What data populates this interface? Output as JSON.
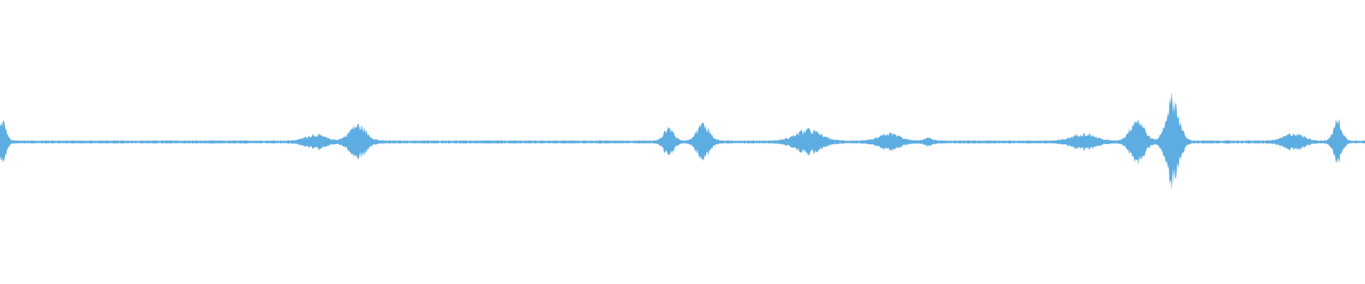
{
  "waveform": {
    "color": "#5DADE2",
    "background": "#FFFFFF",
    "baseline_amplitude": 0.006,
    "events": [
      {
        "center": 0.002,
        "spread": 0.0025,
        "amplitude": 0.08
      },
      {
        "center": 0.231,
        "spread": 0.007,
        "amplitude": 0.025
      },
      {
        "center": 0.262,
        "spread": 0.006,
        "amplitude": 0.065
      },
      {
        "center": 0.49,
        "spread": 0.0035,
        "amplitude": 0.055
      },
      {
        "center": 0.515,
        "spread": 0.0045,
        "amplitude": 0.07
      },
      {
        "center": 0.592,
        "spread": 0.009,
        "amplitude": 0.045
      },
      {
        "center": 0.652,
        "spread": 0.007,
        "amplitude": 0.03
      },
      {
        "center": 0.68,
        "spread": 0.003,
        "amplitude": 0.012
      },
      {
        "center": 0.794,
        "spread": 0.008,
        "amplitude": 0.03
      },
      {
        "center": 0.833,
        "spread": 0.005,
        "amplitude": 0.09
      },
      {
        "center": 0.859,
        "spread": 0.0045,
        "amplitude": 0.175
      },
      {
        "center": 0.948,
        "spread": 0.007,
        "amplitude": 0.03
      },
      {
        "center": 0.98,
        "spread": 0.003,
        "amplitude": 0.085
      }
    ]
  }
}
